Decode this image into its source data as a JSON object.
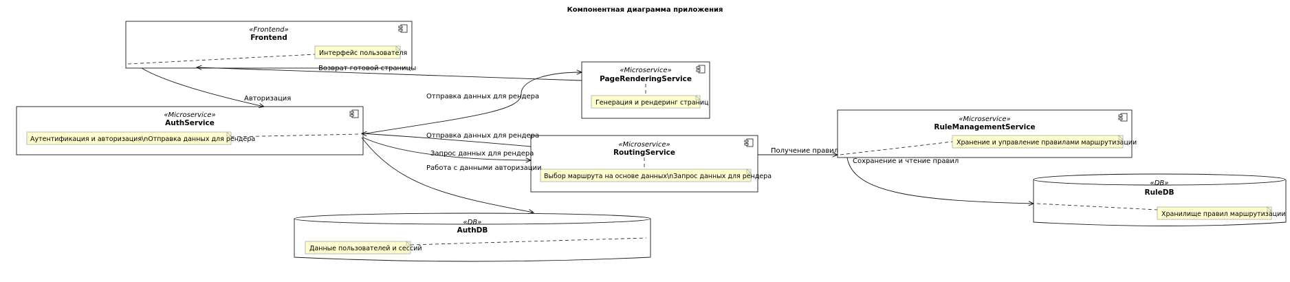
{
  "title": "Компонентная диаграмма приложения",
  "components": [
    {
      "id": "frontend",
      "stereotype": "«Frontend»",
      "name": "Frontend",
      "note": "Интерфейс пользователя"
    },
    {
      "id": "auth",
      "stereotype": "«Microservice»",
      "name": "AuthService",
      "note": "Аутентификация и авторизация\\nОтправка данных для рендера"
    },
    {
      "id": "page",
      "stereotype": "«Microservice»",
      "name": "PageRenderingService",
      "note": "Генерация и рендеринг страниц"
    },
    {
      "id": "routing",
      "stereotype": "«Microservice»",
      "name": "RoutingService",
      "note": "Выбор маршрута на основе данных\\nЗапрос данных для рендера"
    },
    {
      "id": "rule",
      "stereotype": "«Microservice»",
      "name": "RuleManagementService",
      "note": "Хранение и управление правилами маршрутизации"
    }
  ],
  "databases": [
    {
      "id": "authdb",
      "stereotype": "«DB»",
      "name": "AuthDB",
      "note": "Данные пользователей и сессий"
    },
    {
      "id": "ruledb",
      "stereotype": "«DB»",
      "name": "RuleDB",
      "note": "Хранилище правил маршрутизации"
    }
  ],
  "edges": [
    {
      "from": "frontend",
      "to": "auth",
      "label": "Авторизация"
    },
    {
      "from": "page",
      "to": "frontend",
      "label": "Возврат готовой страницы"
    },
    {
      "from": "auth",
      "to": "page",
      "label": "Отправка данных для рендера"
    },
    {
      "from": "routing",
      "to": "auth",
      "label": "Отправка данных для рендера"
    },
    {
      "from": "auth",
      "to": "routing",
      "label": "Запрос данных для рендера"
    },
    {
      "from": "auth",
      "to": "authdb",
      "label": "Работа с данными авторизации"
    },
    {
      "from": "routing",
      "to": "rule",
      "label": "Получение правил"
    },
    {
      "from": "rule",
      "to": "ruledb",
      "label": "Сохранение и чтение правил"
    }
  ]
}
